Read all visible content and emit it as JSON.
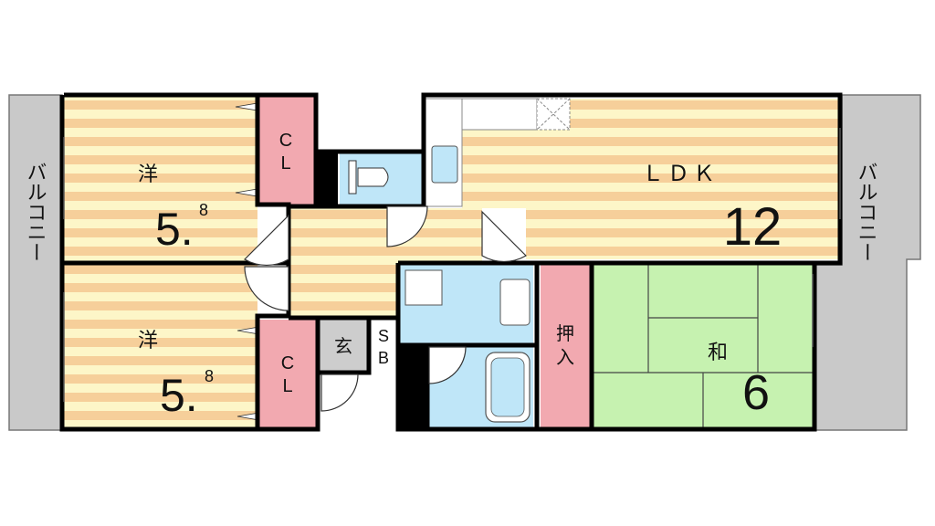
{
  "colors": {
    "wood_light": "#fdf6c8",
    "wood_dark": "#f6cf9a",
    "tatami": "#c6f2b0",
    "closet": "#f2a9b0",
    "water": "#bfe6f8",
    "balcony": "#c9c9c9",
    "entrance": "#cdcdcd",
    "wall": "#000000"
  },
  "rooms": {
    "western_1": {
      "label": "洋",
      "size": "5.",
      "size_sub": "8"
    },
    "western_2": {
      "label": "洋",
      "size": "5.",
      "size_sub": "8"
    },
    "closet_1": {
      "line1": "C",
      "line2": "L"
    },
    "closet_2": {
      "line1": "C",
      "line2": "L"
    },
    "ldk": {
      "label": "ＬＤＫ",
      "size": "12"
    },
    "japanese": {
      "label": "和",
      "size": "6"
    },
    "oshiire": {
      "line1": "押",
      "line2": "入"
    },
    "entrance": {
      "label": "玄"
    },
    "shoe_box": {
      "line1": "S",
      "line2": "B"
    },
    "balcony_left": {
      "label": "バルコニー"
    },
    "balcony_right": {
      "label": "バルコニー"
    }
  }
}
